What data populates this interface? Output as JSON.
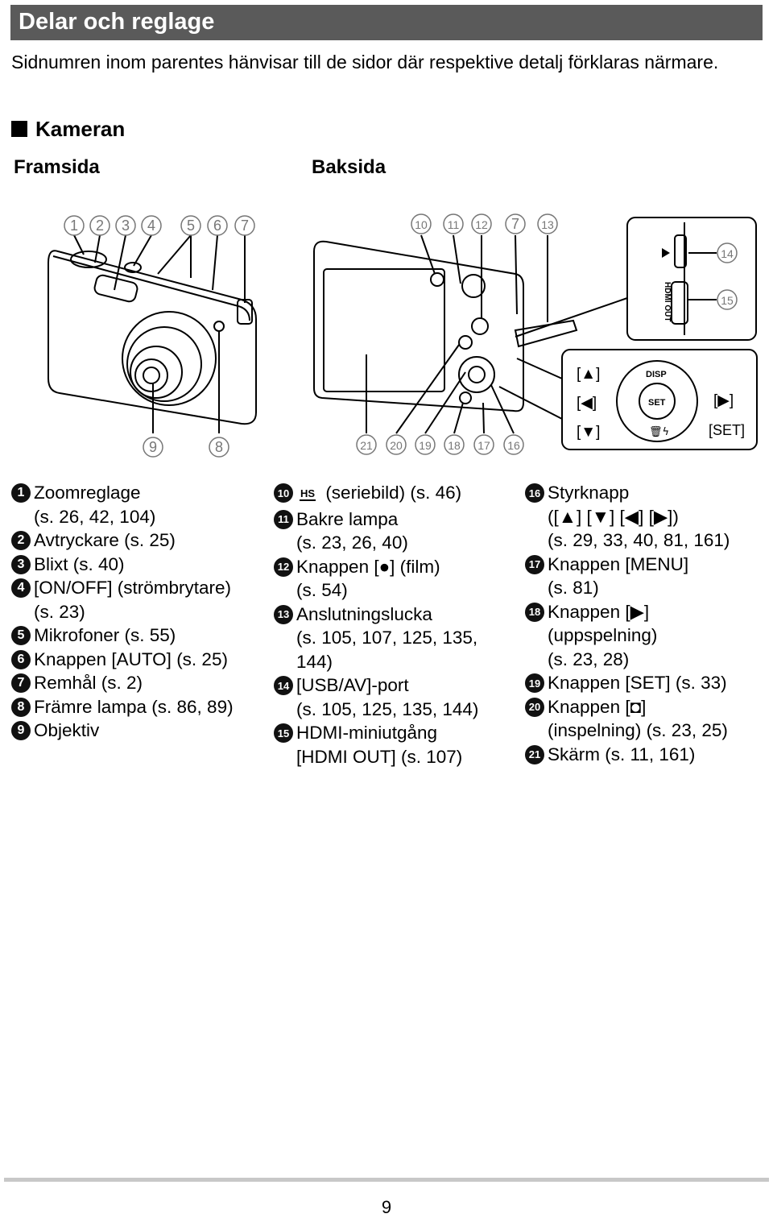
{
  "header": {
    "title": "Delar och reglage"
  },
  "intro": "Sidnumren inom parentes hänvisar till de sidor där respektive detalj förklaras närmare.",
  "section": {
    "title": "Kameran",
    "front": "Framsida",
    "back": "Baksida"
  },
  "diagram": {
    "front_callouts_top": [
      "1",
      "2",
      "3",
      "4",
      "5",
      "6",
      "7"
    ],
    "front_callouts_bottom": [
      "9",
      "8"
    ],
    "back_callouts_top": [
      "10",
      "11",
      "12",
      "7",
      "13"
    ],
    "back_callouts_bottom": [
      "21",
      "20",
      "19",
      "18",
      "17",
      "16"
    ],
    "port_callouts": [
      "14",
      "15"
    ],
    "hdmi_label": "HDMI OUT",
    "pad": {
      "up": "[▲]",
      "left": "[◀]",
      "down": "[▼]",
      "right": "[▶]",
      "set": "[SET]",
      "disp": "DISP",
      "set_btn": "SET"
    }
  },
  "items_col1": [
    {
      "n": "1",
      "text": "Zoomreglage\n(s. 26, 42, 104)"
    },
    {
      "n": "2",
      "text": "Avtryckare (s. 25)"
    },
    {
      "n": "3",
      "text": "Blixt (s. 40)"
    },
    {
      "n": "4",
      "text": "[ON/OFF] (strömbrytare)\n(s. 23)"
    },
    {
      "n": "5",
      "text": "Mikrofoner (s. 55)"
    },
    {
      "n": "6",
      "text": "Knappen [AUTO] (s. 25)"
    },
    {
      "n": "7",
      "text": "Remhål (s. 2)"
    },
    {
      "n": "8",
      "text": "Främre lampa (s. 86, 89)"
    },
    {
      "n": "9",
      "text": "Objektiv"
    }
  ],
  "items_col2": [
    {
      "n": "10",
      "icon": "HS",
      "text": "(seriebild) (s. 46)"
    },
    {
      "n": "11",
      "text": "Bakre lampa\n(s. 23, 26, 40)"
    },
    {
      "n": "12",
      "text": "Knappen [●] (film)\n(s. 54)"
    },
    {
      "n": "13",
      "text": "Anslutningslucka\n(s. 105, 107, 125, 135,\n144)"
    },
    {
      "n": "14",
      "text": "[USB/AV]-port\n(s. 105, 125, 135, 144)"
    },
    {
      "n": "15",
      "text": "HDMI-miniutgång\n[HDMI OUT] (s. 107)"
    }
  ],
  "items_col3": [
    {
      "n": "16",
      "text": "Styrknapp\n([▲] [▼] [◀] [▶])\n(s. 29, 33, 40, 81, 161)"
    },
    {
      "n": "17",
      "text": "Knappen [MENU]\n(s. 81)"
    },
    {
      "n": "18",
      "text": "Knappen [▶]\n(uppspelning)\n(s. 23, 28)"
    },
    {
      "n": "19",
      "text": "Knappen [SET] (s. 33)"
    },
    {
      "n": "20",
      "text": "Knappen [◘]\n(inspelning) (s. 23, 25)"
    },
    {
      "n": "21",
      "text": "Skärm (s. 11, 161)"
    }
  ],
  "page_number": "9"
}
